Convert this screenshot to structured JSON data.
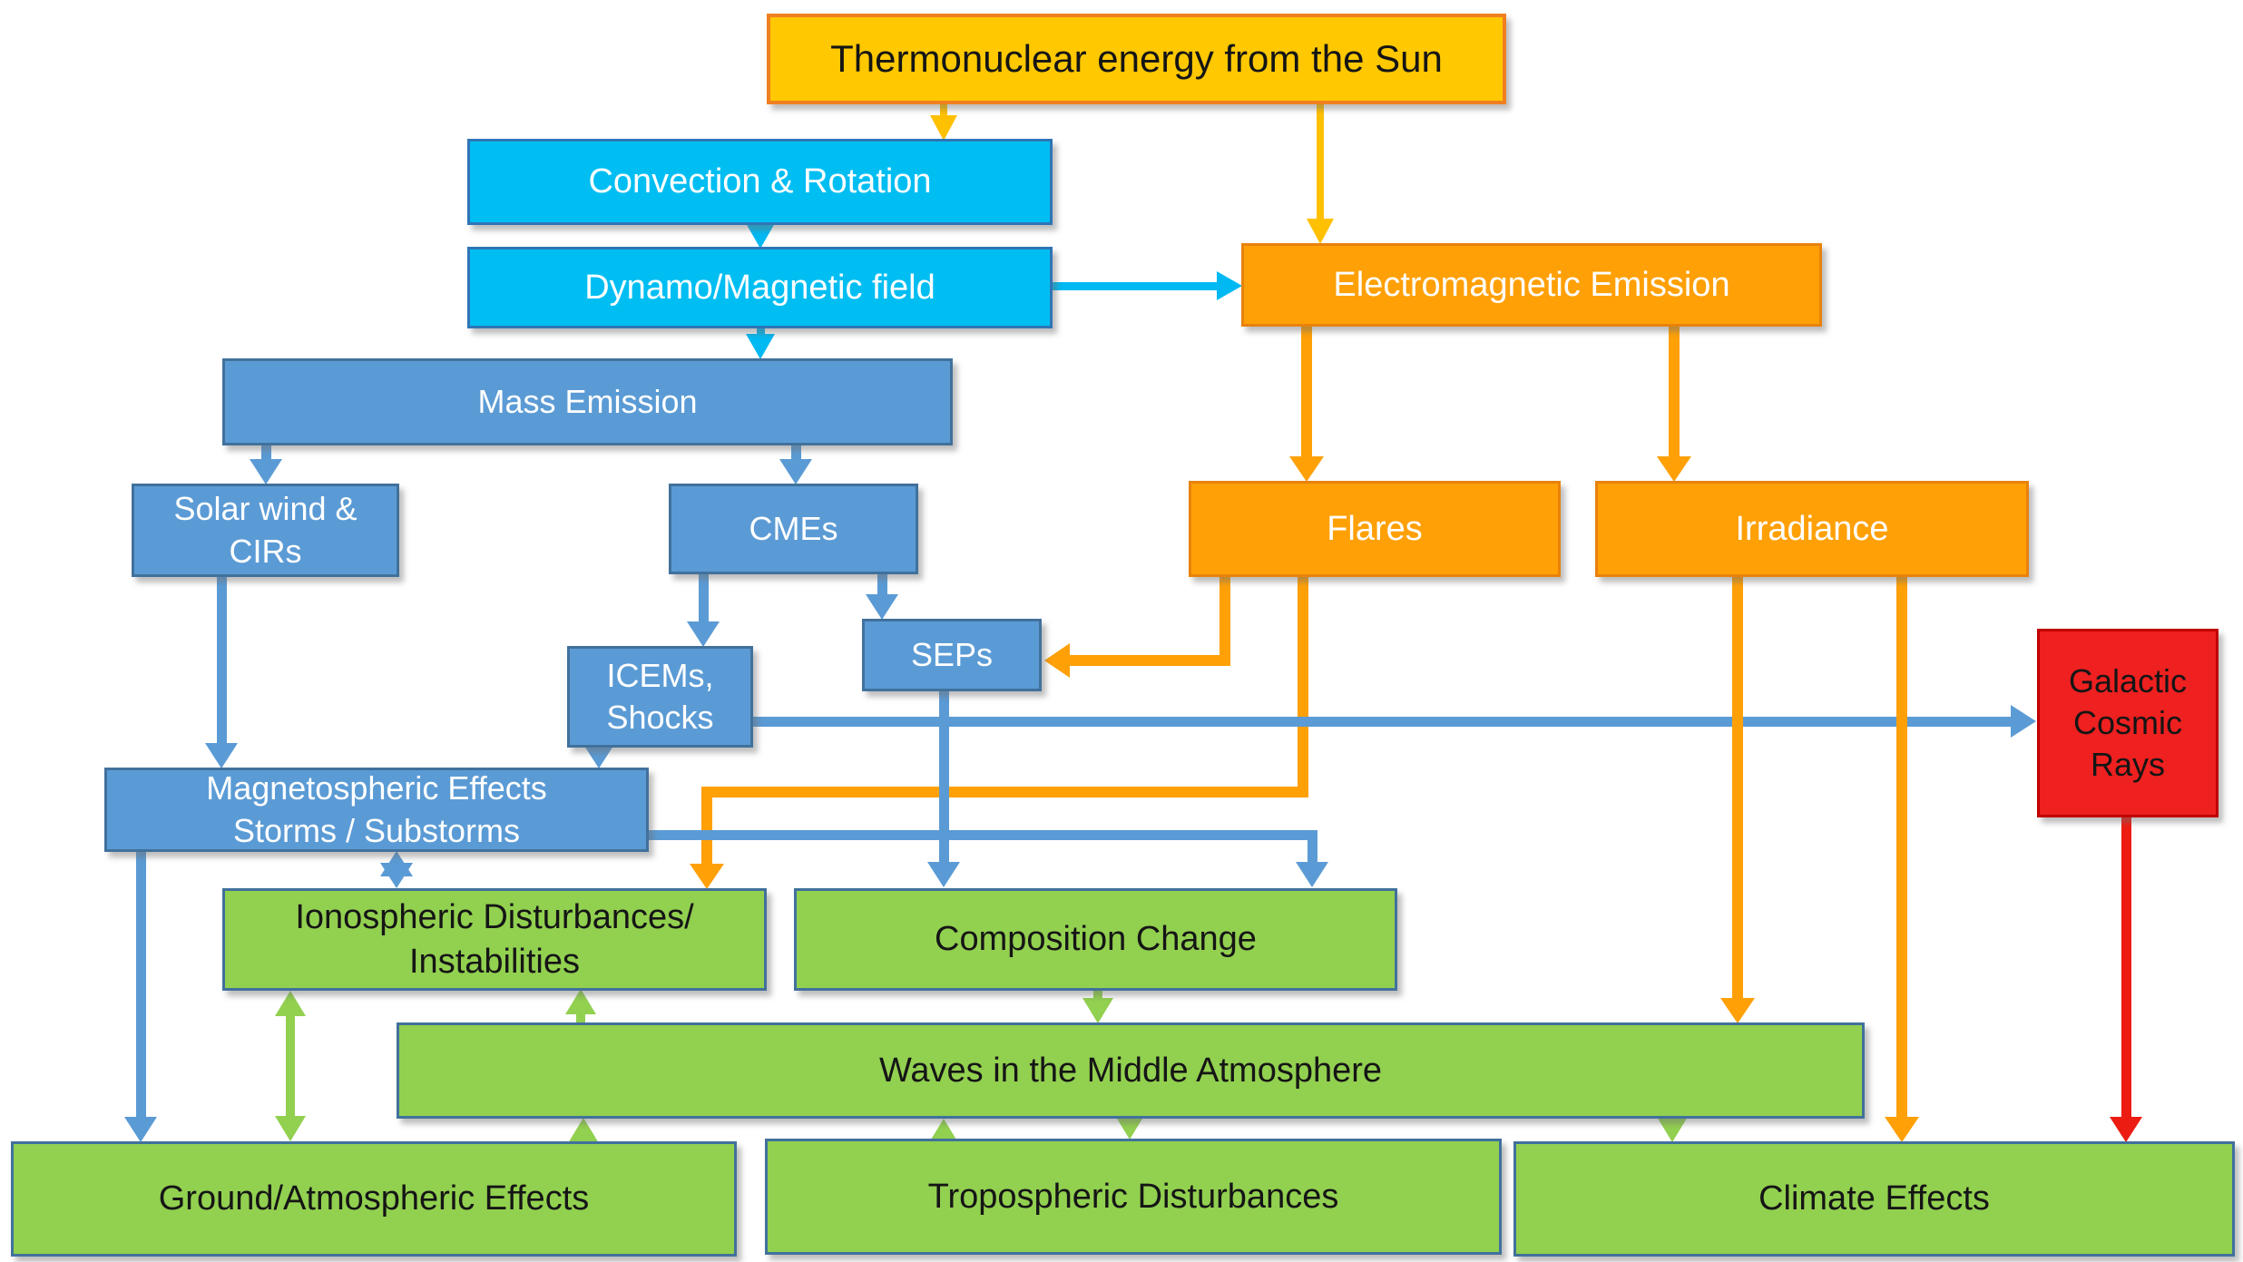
{
  "diagram": {
    "nodes": {
      "thermonuclear": {
        "label": "Thermonuclear energy from the Sun"
      },
      "convection": {
        "label": "Convection & Rotation"
      },
      "dynamo": {
        "label": "Dynamo/Magnetic field"
      },
      "mass_emission": {
        "label": "Mass Emission"
      },
      "solar_wind": {
        "label": "Solar wind &\nCIRs"
      },
      "cmes": {
        "label": "CMEs"
      },
      "em_emission": {
        "label": "Electromagnetic Emission"
      },
      "flares": {
        "label": "Flares"
      },
      "irradiance": {
        "label": "Irradiance"
      },
      "icems_shocks": {
        "label": "ICEMs,\nShocks"
      },
      "seps": {
        "label": "SEPs"
      },
      "galactic_cosmic_rays": {
        "label": "Galactic\nCosmic\nRays"
      },
      "magnetospheric": {
        "label": "Magnetospheric Effects\nStorms / Substorms"
      },
      "ionospheric": {
        "label": "Ionospheric Disturbances/\nInstabilities"
      },
      "composition_change": {
        "label": "Composition Change"
      },
      "waves_middle_atmosphere": {
        "label": "Waves in the Middle Atmosphere"
      },
      "ground_atmospheric": {
        "label": "Ground/Atmospheric Effects"
      },
      "tropospheric": {
        "label": "Tropospheric Disturbances"
      },
      "climate_effects": {
        "label": "Climate Effects"
      }
    },
    "palette": {
      "gold_fill": "#FFC800",
      "gold_border": "#F07F20",
      "cyan_fill": "#00BEF2",
      "cyan_border": "#2E75B6",
      "blue_fill": "#5B9BD5",
      "blue_border": "#41719C",
      "orange_fill": "#FFA007",
      "orange_border": "#E8820C",
      "green_fill": "#92D050",
      "green_border": "#41719C",
      "red_fill": "#EE2020",
      "red_border": "#C00000",
      "background": "#FFFFFF"
    },
    "colors": {
      "gold": "#FFC000",
      "cyan": "#00B9F2",
      "blue": "#5B9BD5",
      "orange": "#FFA007",
      "green": "#92D050",
      "red": "#EC1C12"
    },
    "edges": [
      {
        "from": "thermonuclear",
        "to": "convection",
        "color": "gold"
      },
      {
        "from": "thermonuclear",
        "to": "em_emission",
        "color": "gold"
      },
      {
        "from": "convection",
        "to": "dynamo",
        "color": "cyan"
      },
      {
        "from": "dynamo",
        "to": "em_emission",
        "color": "cyan"
      },
      {
        "from": "dynamo",
        "to": "mass_emission",
        "color": "cyan"
      },
      {
        "from": "mass_emission",
        "to": "solar_wind",
        "color": "blue"
      },
      {
        "from": "mass_emission",
        "to": "cmes",
        "color": "blue"
      },
      {
        "from": "cmes",
        "to": "icems_shocks",
        "color": "blue"
      },
      {
        "from": "cmes",
        "to": "seps",
        "color": "blue"
      },
      {
        "from": "em_emission",
        "to": "flares",
        "color": "orange"
      },
      {
        "from": "em_emission",
        "to": "irradiance",
        "color": "orange"
      },
      {
        "from": "flares",
        "to": "seps",
        "color": "orange"
      },
      {
        "from": "flares",
        "to": "ionospheric",
        "color": "orange"
      },
      {
        "from": "solar_wind",
        "to": "magnetospheric",
        "color": "blue"
      },
      {
        "from": "icems_shocks",
        "to": "magnetospheric",
        "color": "blue"
      },
      {
        "from": "icems_shocks",
        "to": "galactic_cosmic_rays",
        "color": "blue"
      },
      {
        "from": "seps",
        "to": "composition_change",
        "color": "blue"
      },
      {
        "from": "magnetospheric",
        "to": "ionospheric",
        "color": "blue",
        "bidirectional": true
      },
      {
        "from": "magnetospheric",
        "to": "composition_change",
        "color": "blue"
      },
      {
        "from": "magnetospheric",
        "to": "ground_atmospheric",
        "color": "blue"
      },
      {
        "from": "irradiance",
        "to": "waves_middle_atmosphere",
        "color": "orange"
      },
      {
        "from": "irradiance",
        "to": "climate_effects",
        "color": "orange"
      },
      {
        "from": "galactic_cosmic_rays",
        "to": "climate_effects",
        "color": "red"
      },
      {
        "from": "composition_change",
        "to": "waves_middle_atmosphere",
        "color": "green"
      },
      {
        "from": "waves_middle_atmosphere",
        "to": "ionospheric",
        "color": "green"
      },
      {
        "from": "ground_atmospheric",
        "to": "ionospheric",
        "color": "green",
        "bidirectional": true
      },
      {
        "from": "ground_atmospheric",
        "to": "waves_middle_atmosphere",
        "color": "green"
      },
      {
        "from": "tropospheric",
        "to": "waves_middle_atmosphere",
        "color": "green"
      },
      {
        "from": "waves_middle_atmosphere",
        "to": "tropospheric",
        "color": "green"
      },
      {
        "from": "waves_middle_atmosphere",
        "to": "climate_effects",
        "color": "green"
      }
    ]
  }
}
